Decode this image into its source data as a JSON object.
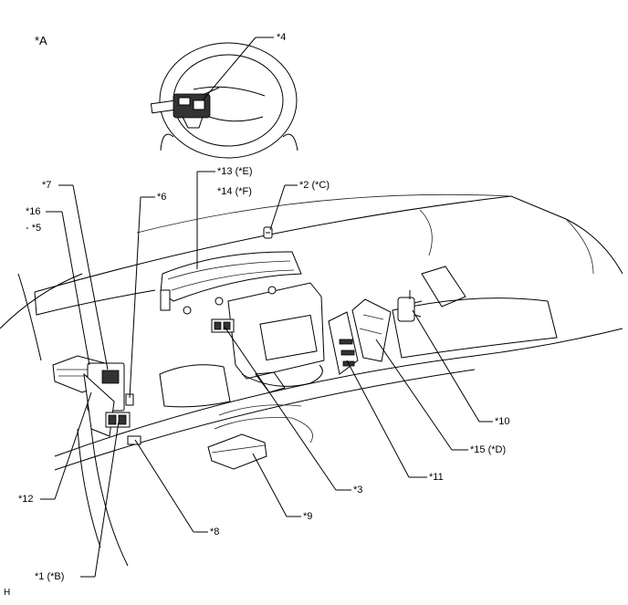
{
  "view_label": "*A",
  "corner_label": "H",
  "callouts": {
    "c4": "*4",
    "c13": "*13 (*E)",
    "c14": "*14 (*F)",
    "c2": "*2 (*C)",
    "c7": "*7",
    "c6": "*6",
    "c16": "*16",
    "c5": "- *5",
    "c10": "*10",
    "c15": "*15 (*D)",
    "c11": "*11",
    "c3": "*3",
    "c12": "*12",
    "c9": "*9",
    "c8": "*8",
    "c1": "*1 (*B)"
  },
  "icons": {
    "steering": "steering-wheel-icon",
    "combination_meter": "combination-meter-icon",
    "ecu": "ecu-module-icon",
    "junction_block": "junction-block-icon"
  }
}
